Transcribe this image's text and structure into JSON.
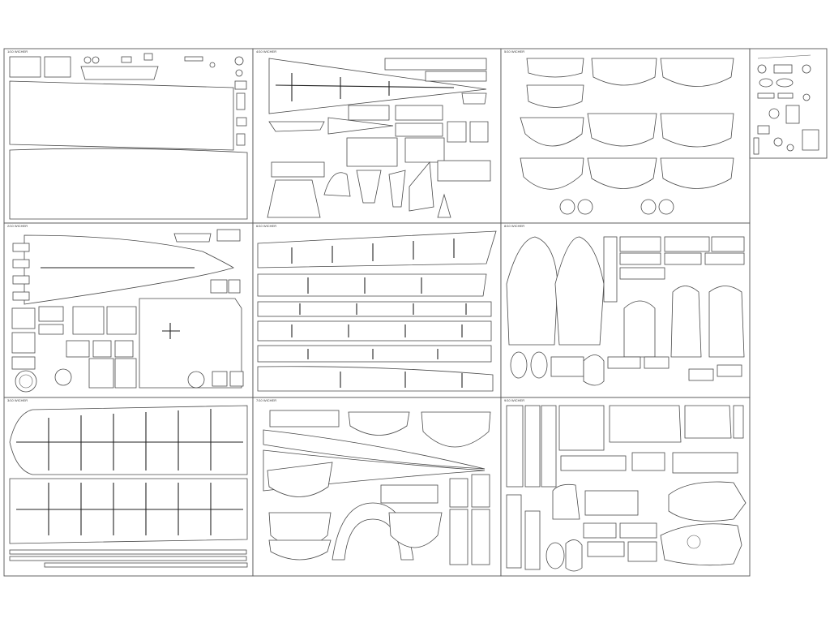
{
  "sheets": [
    {
      "label": "1/10  WICHER"
    },
    {
      "label": "4/10  WICHER"
    },
    {
      "label": "5/10  WICHER"
    },
    {
      "label": ""
    },
    {
      "label": "2/10  WICHER"
    },
    {
      "label": "6/10  WICHER"
    },
    {
      "label": "8/10  WICHER"
    },
    {
      "label": "3/10  WICHER"
    },
    {
      "label": "7/10  WICHER"
    },
    {
      "label": "9/10  WICHER"
    }
  ]
}
